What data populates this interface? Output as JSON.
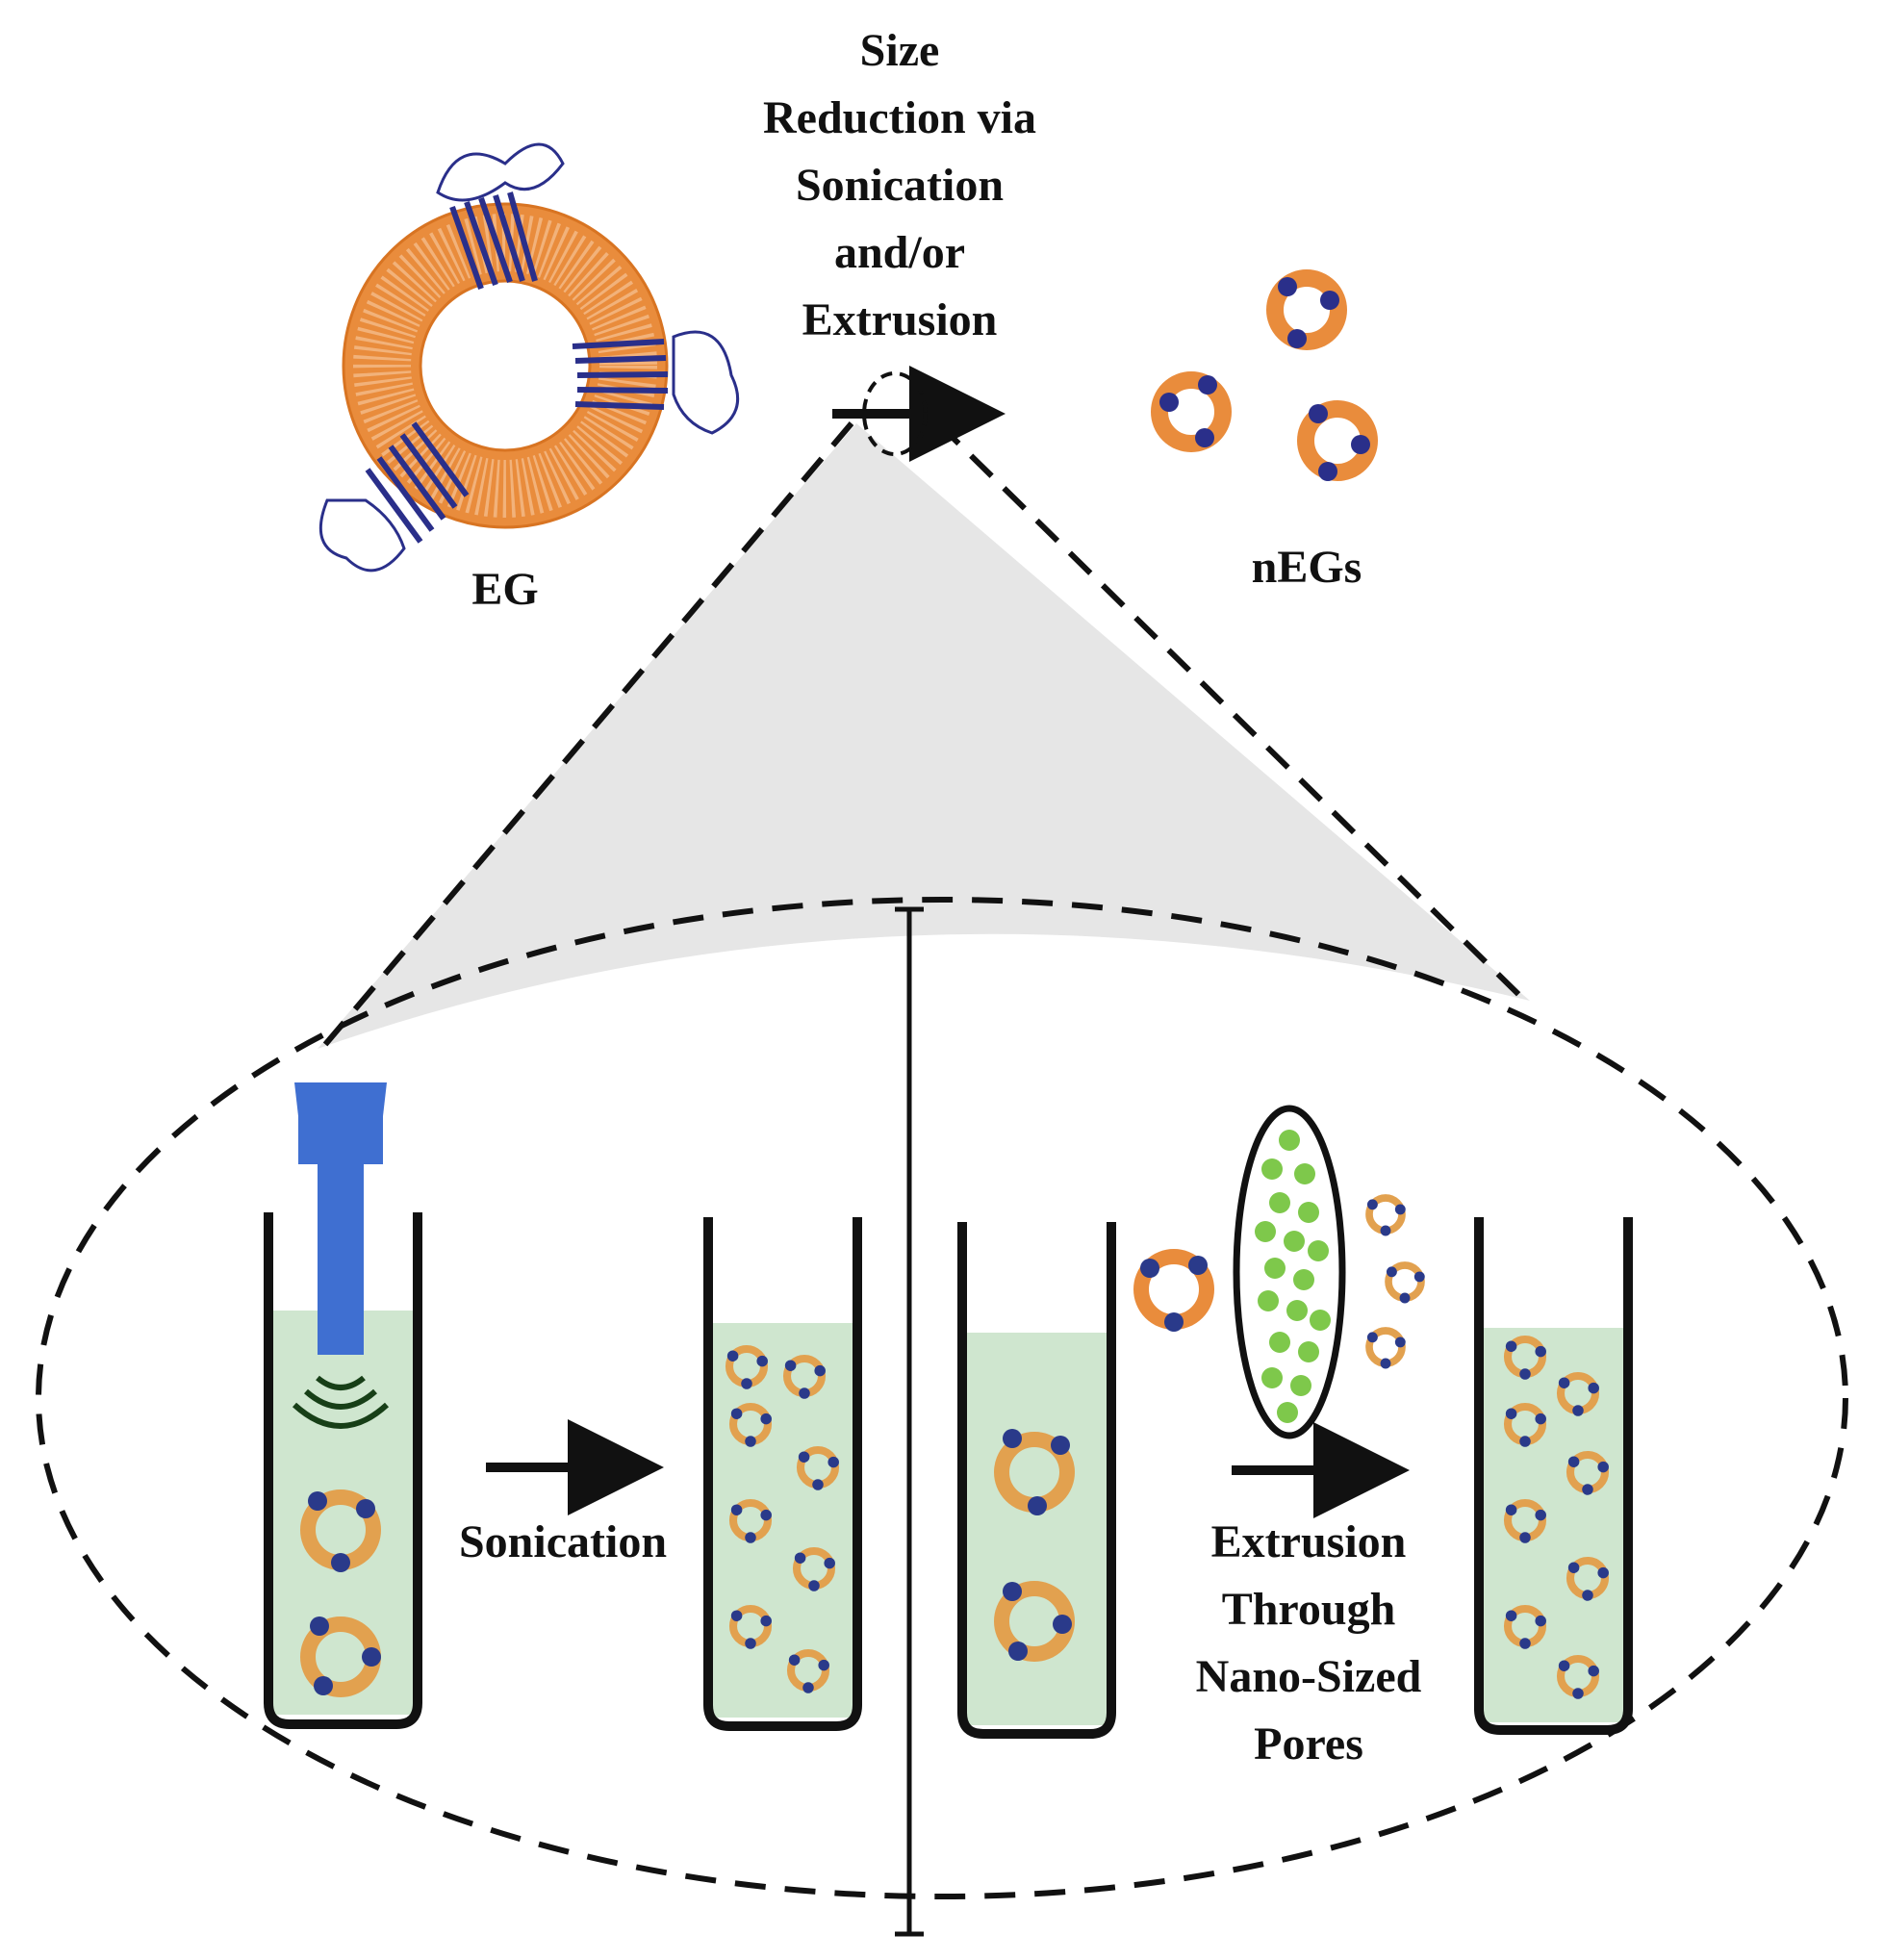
{
  "top": {
    "process_title_lines": [
      "Size",
      "Reduction via",
      "Sonication",
      "and/or",
      "Extrusion"
    ],
    "eg_label": "EG",
    "negs_label": "nEGs"
  },
  "bottom": {
    "sonication_label": "Sonication",
    "extrusion_label_lines": [
      "Extrusion",
      "Through",
      "Nano-Sized",
      "Pores"
    ]
  },
  "colors": {
    "membrane_orange": "#e98c3c",
    "membrane_light": "#f2b27a",
    "protein_blue": "#2a2f8a",
    "probe_blue": "#3f6fd1",
    "liquid_green": "#cfe6cf",
    "filter_green": "#7ec84b",
    "zoom_gray": "#e6e6e6",
    "stroke_black": "#111111"
  }
}
